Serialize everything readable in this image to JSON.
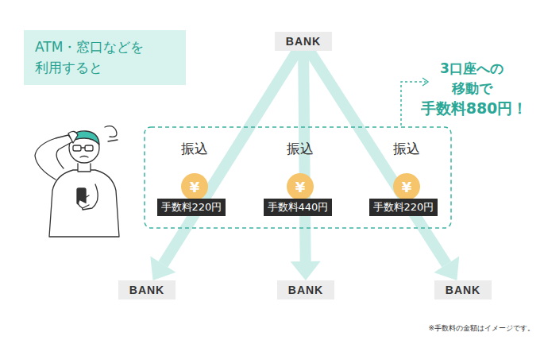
{
  "diagram": {
    "nodes": [
      {
        "text": [
          "ATM・窓口などを 利用すると"
        ]
      },
      {
        "text": [
          "BANK"
        ]
      },
      {
        "text": [
          "¥"
        ]
      },
      {
        "text": [
          "手数料220円"
        ]
      },
      {
        "text": [
          "¥"
        ]
      },
      {
        "text": [
          "手数料440円"
        ]
      },
      {
        "text": [
          "¥"
        ]
      },
      {
        "text": [
          "手数料220円"
        ]
      },
      {
        "text": [
          "BANK"
        ]
      },
      {
        "text": [
          "BANK"
        ]
      },
      {
        "text": [
          "BANK"
        ]
      }
    ],
    "edges": [
      {
        "from": 1,
        "to": 8,
        "arrow": "to"
      },
      {
        "from": 1,
        "to": 9,
        "arrow": "to"
      },
      {
        "from": 1,
        "to": 10,
        "arrow": "to"
      }
    ],
    "labels": [
      "振込",
      "振込",
      "振込",
      "3口座への 移動で",
      "手数料880円！",
      "※手数料の金額はイメージです。"
    ]
  }
}
